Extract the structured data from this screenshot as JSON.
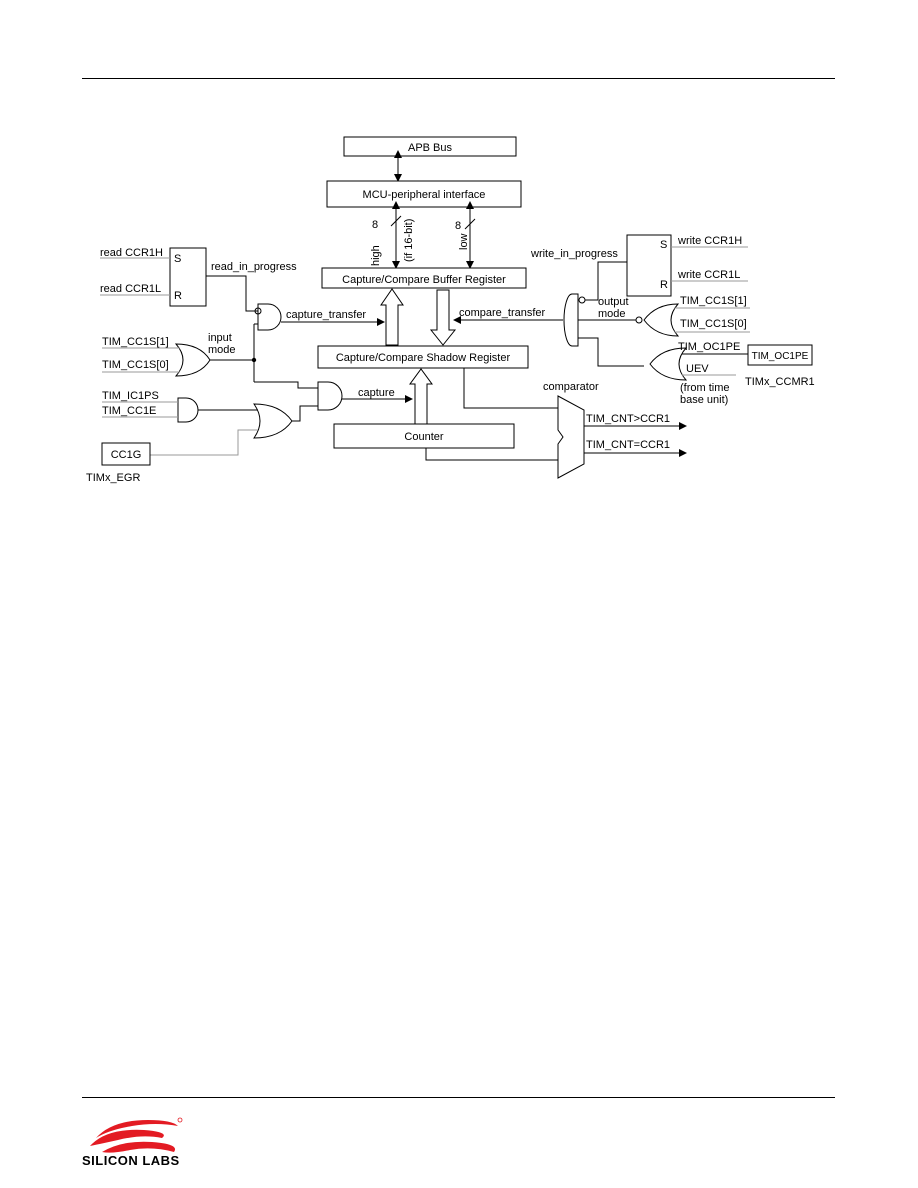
{
  "diagram": {
    "apb_bus": "APB Bus",
    "mcu_interface": "MCU-peripheral interface",
    "buffer_register": "Capture/Compare Buffer Register",
    "shadow_register": "Capture/Compare Shadow Register",
    "counter": "Counter",
    "bus_high_width": "8",
    "bus_high_label": "high",
    "bus_high_note": "(if 16-bit)",
    "bus_low_width": "8",
    "bus_low_label": "low",
    "read_ccr1h": "read CCR1H",
    "read_ccr1l": "read CCR1L",
    "latch_s": "S",
    "latch_r": "R",
    "read_in_progress": "read_in_progress",
    "capture_transfer": "capture_transfer",
    "tim_cc1s1_left": "TIM_CC1S[1]",
    "tim_cc1s0_left": "TIM_CC1S[0]",
    "input_mode_1": "input",
    "input_mode_2": "mode",
    "tim_ic1ps": "TIM_IC1PS",
    "tim_cc1e": "TIM_CC1E",
    "capture": "capture",
    "cc1g": "CC1G",
    "timx_egr": "TIMx_EGR",
    "write_in_progress": "write_in_progress",
    "write_ccr1h": "write CCR1H",
    "write_ccr1l": "write CCR1L",
    "latch2_s": "S",
    "latch2_r": "R",
    "compare_transfer": "compare_transfer",
    "output_mode_1": "output",
    "output_mode_2": "mode",
    "tim_cc1s1_right": "TIM_CC1S[1]",
    "tim_cc1s0_right": "TIM_CC1S[0]",
    "tim_oc1pe": "TIM_OC1PE",
    "tim_oc1pe_box": "TIM_OC1PE",
    "uev": "UEV",
    "from_time_1": "(from time",
    "from_time_2": "base unit)",
    "timx_ccmr1": "TIMx_CCMR1",
    "comparator": "comparator",
    "cnt_gt": "TIM_CNT>CCR1",
    "cnt_eq": "TIM_CNT=CCR1"
  },
  "footer": {
    "logo_text": "SILICON LABS",
    "logo_color": "#e31b23"
  }
}
